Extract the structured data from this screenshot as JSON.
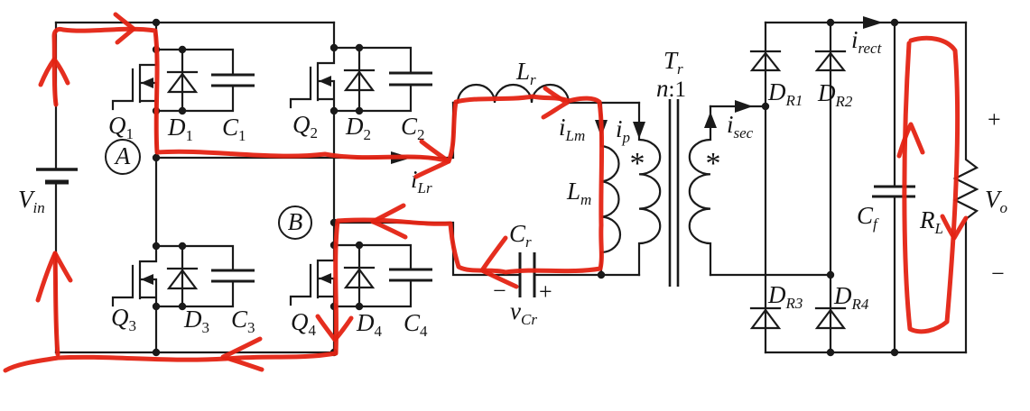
{
  "colors": {
    "wire": "#1a1a1a",
    "annotation_red": "#e42313",
    "background": "#ffffff"
  },
  "labels": {
    "vin": {
      "main": "V",
      "sub": "in"
    },
    "q1": {
      "main": "Q",
      "sub": "1"
    },
    "d1": {
      "main": "D",
      "sub": "1"
    },
    "c1": {
      "main": "C",
      "sub": "1"
    },
    "q2": {
      "main": "Q",
      "sub": "2"
    },
    "d2": {
      "main": "D",
      "sub": "2"
    },
    "c2": {
      "main": "C",
      "sub": "2"
    },
    "q3": {
      "main": "Q",
      "sub": "3"
    },
    "d3": {
      "main": "D",
      "sub": "3"
    },
    "c3": {
      "main": "C",
      "sub": "3"
    },
    "q4": {
      "main": "Q",
      "sub": "4"
    },
    "d4": {
      "main": "D",
      "sub": "4"
    },
    "c4": {
      "main": "C",
      "sub": "4"
    },
    "node_a": {
      "main": "A"
    },
    "node_b": {
      "main": "B"
    },
    "i_lr": {
      "main": "i",
      "sub": "Lr"
    },
    "l_r": {
      "main": "L",
      "sub": "r"
    },
    "i_lm": {
      "main": "i",
      "sub": "Lm"
    },
    "i_p": {
      "main": "i",
      "sub": "p"
    },
    "l_m": {
      "main": "L",
      "sub": "m"
    },
    "c_r": {
      "main": "C",
      "sub": "r"
    },
    "cr_minus": "−",
    "cr_plus": "+",
    "v_cr": {
      "main": "v",
      "sub": "Cr"
    },
    "t_r": {
      "main": "T",
      "sub": "r"
    },
    "ratio": {
      "main": "n",
      "post": ":1"
    },
    "star_primary": "*",
    "star_secondary": "*",
    "i_sec": {
      "main": "i",
      "sub": "sec"
    },
    "dr1": {
      "main": "D",
      "sub": "R1"
    },
    "dr2": {
      "main": "D",
      "sub": "R2"
    },
    "dr3": {
      "main": "D",
      "sub": "R3"
    },
    "dr4": {
      "main": "D",
      "sub": "R4"
    },
    "i_rect": {
      "main": "i",
      "sub": "rect"
    },
    "c_f": {
      "main": "C",
      "sub": "f"
    },
    "r_l": {
      "main": "R",
      "sub": "L"
    },
    "v_o": {
      "main": "V",
      "sub": "o"
    },
    "out_plus": "+",
    "out_minus": "−"
  }
}
